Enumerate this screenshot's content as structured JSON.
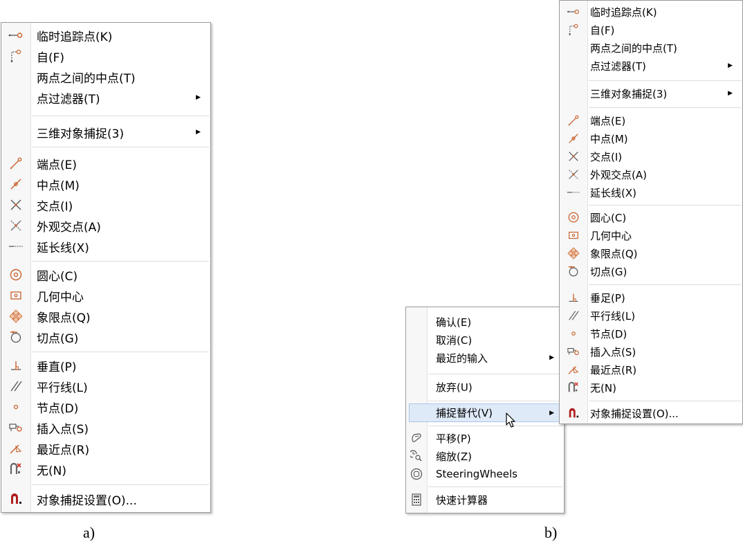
{
  "menu_a": {
    "items": [
      {
        "label": "临时追踪点(K)",
        "icon": "temporary-track-point-icon"
      },
      {
        "label": "自(F)",
        "icon": "from-icon"
      },
      {
        "label": "两点之间的中点(T)",
        "icon": ""
      },
      {
        "label": "点过滤器(T)",
        "icon": "",
        "submenu": true
      },
      {
        "label": "三维对象捕捉(3)",
        "icon": "",
        "submenu": true
      },
      {
        "label": "端点(E)",
        "icon": "endpoint-icon"
      },
      {
        "label": "中点(M)",
        "icon": "midpoint-icon"
      },
      {
        "label": "交点(I)",
        "icon": "intersection-icon"
      },
      {
        "label": "外观交点(A)",
        "icon": "apparent-intersection-icon"
      },
      {
        "label": "延长线(X)",
        "icon": "extension-icon"
      },
      {
        "label": "圆心(C)",
        "icon": "center-icon"
      },
      {
        "label": "几何中心",
        "icon": "geometric-center-icon"
      },
      {
        "label": "象限点(Q)",
        "icon": "quadrant-icon"
      },
      {
        "label": "切点(G)",
        "icon": "tangent-icon"
      },
      {
        "label": "垂直(P)",
        "icon": "perpendicular-icon"
      },
      {
        "label": "平行线(L)",
        "icon": "parallel-icon"
      },
      {
        "label": "节点(D)",
        "icon": "node-icon"
      },
      {
        "label": "插入点(S)",
        "icon": "insertion-icon"
      },
      {
        "label": "最近点(R)",
        "icon": "nearest-icon"
      },
      {
        "label": "无(N)",
        "icon": "none-icon"
      },
      {
        "label": "对象捕捉设置(O)...",
        "icon": "osnap-settings-icon"
      }
    ]
  },
  "menu_b": {
    "items": [
      {
        "label": "临时追踪点(K)",
        "icon": "temporary-track-point-icon"
      },
      {
        "label": "自(F)",
        "icon": "from-icon"
      },
      {
        "label": "两点之间的中点(T)",
        "icon": ""
      },
      {
        "label": "点过滤器(T)",
        "icon": "",
        "submenu": true
      },
      {
        "label": "三维对象捕捉(3)",
        "icon": "",
        "submenu": true
      },
      {
        "label": "端点(E)",
        "icon": "endpoint-icon"
      },
      {
        "label": "中点(M)",
        "icon": "midpoint-icon"
      },
      {
        "label": "交点(I)",
        "icon": "intersection-icon"
      },
      {
        "label": "外观交点(A)",
        "icon": "apparent-intersection-icon"
      },
      {
        "label": "延长线(X)",
        "icon": "extension-icon"
      },
      {
        "label": "圆心(C)",
        "icon": "center-icon"
      },
      {
        "label": "几何中心",
        "icon": "geometric-center-icon"
      },
      {
        "label": "象限点(Q)",
        "icon": "quadrant-icon"
      },
      {
        "label": "切点(G)",
        "icon": "tangent-icon"
      },
      {
        "label": "垂足(P)",
        "icon": "perpendicular-icon"
      },
      {
        "label": "平行线(L)",
        "icon": "parallel-icon"
      },
      {
        "label": "节点(D)",
        "icon": "node-icon"
      },
      {
        "label": "插入点(S)",
        "icon": "insertion-icon"
      },
      {
        "label": "最近点(R)",
        "icon": "nearest-icon"
      },
      {
        "label": "无(N)",
        "icon": "none-icon"
      },
      {
        "label": "对象捕捉设置(O)...",
        "icon": "osnap-settings-icon"
      }
    ]
  },
  "menu_c": {
    "items": [
      {
        "label": "确认(E)",
        "icon": ""
      },
      {
        "label": "取消(C)",
        "icon": ""
      },
      {
        "label": "最近的输入",
        "icon": "",
        "submenu": true
      },
      {
        "label": "放弃(U)",
        "icon": ""
      },
      {
        "label": "捕捉替代(V)",
        "icon": "",
        "submenu": true,
        "highlighted": true
      },
      {
        "label": "平移(P)",
        "icon": "pan-icon"
      },
      {
        "label": "缩放(Z)",
        "icon": "zoom-icon"
      },
      {
        "label": "SteeringWheels",
        "icon": "steering-wheels-icon"
      },
      {
        "label": "快速计算器",
        "icon": "quick-calculator-icon"
      }
    ]
  },
  "captions": {
    "a": "a)",
    "b": "b)"
  },
  "colors": {
    "icon_orange": "#c8602a",
    "icon_gray": "#555555",
    "icon_red": "#d0302a",
    "highlight": "#dfeaf8",
    "gutter": "#f7f7f7"
  }
}
